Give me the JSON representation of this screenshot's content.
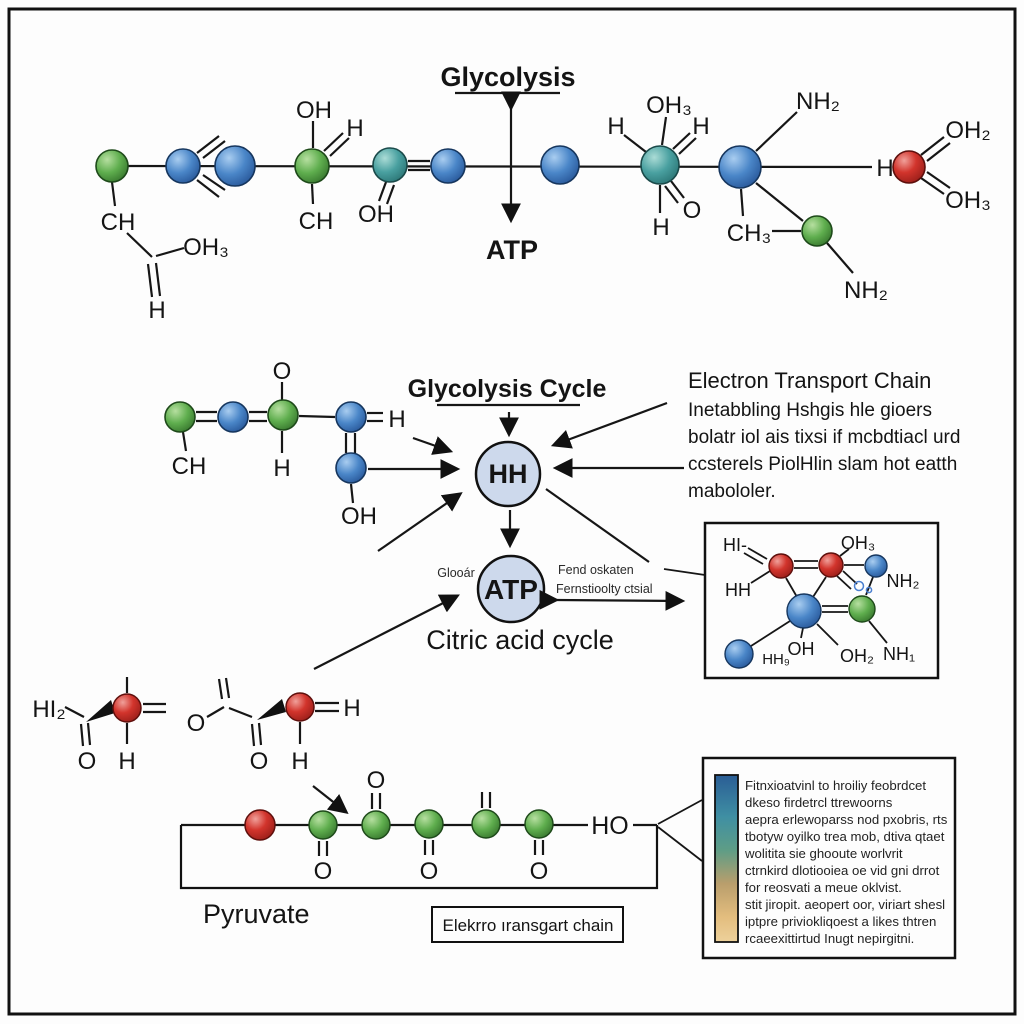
{
  "colors": {
    "atom_blue": "#4a86c8",
    "atom_green": "#5fae4e",
    "atom_teal": "#49a0a0",
    "atom_red": "#d2342c",
    "cycle_fill": "#cdd9ec",
    "line": "#161616",
    "gradient_top": "#2a5d95",
    "gradient_mid_teal": "#3f8fa3",
    "gradient_mid_green": "#5e9d86",
    "gradient_tan": "#c9a470",
    "gradient_bottom": "#edd19b"
  },
  "glycolysis": {
    "title": "Glycolysis",
    "product": "ATP"
  },
  "top_molecule": {
    "ch_left": "CH",
    "branch_oh3": "OH₃",
    "branch_h": "H",
    "oh_above": "OH",
    "h_double": "H",
    "ch_below": "CH",
    "oh_mid": "OH",
    "h_mid": "H",
    "oh3_above": "OH₃",
    "h_upper_right": "H",
    "o_below": "O",
    "h_below": "H",
    "nh2_top": "NH₂",
    "ch3": "CH₃",
    "nh2_bottom": "NH₂",
    "h_end": "H",
    "oh2_end": "OH₂",
    "oh3_end": "OH₃"
  },
  "mid_molecule": {
    "ch": "CH",
    "o": "O",
    "h_below": "H",
    "h_right": "H",
    "oh": "OH"
  },
  "center": {
    "cycle_title": "Glycolysis Cycle",
    "hh": "HH",
    "atp": "ATP",
    "citric": "Citric acid cycle",
    "small_left": "Glooár",
    "small_right_1": "Fend oskaten",
    "small_right_2": "Fernstioolty ctsial"
  },
  "etc_text": {
    "title": "Electron Transport Chain",
    "lines": [
      "Inetabbling Hshgis hle gioers",
      "bolatr iol ais tixsi if mcbdtiacl urd",
      "ccsterels PiolHlin slam hot eatth",
      "mabololer."
    ]
  },
  "box_molecule": {
    "hi": "HI-",
    "hh": "HH",
    "oh3": "OH₃",
    "nh2": "NH₂",
    "nh1": "NH₁",
    "oh": "OH",
    "oh2": "OH₂",
    "hh9": "HH₉"
  },
  "left_molecules": {
    "hi2": "HI₂",
    "o1": "O",
    "h1": "H",
    "o_mid": "O",
    "o2": "O",
    "h2": "H",
    "h3": "H"
  },
  "bottom_chain": {
    "o_down_1": "O",
    "o_up": "O",
    "o_down_2": "O",
    "o_down_3": "O",
    "ho": "HO",
    "pyruvate": "Pyruvate",
    "etc_label": "Elekrro ıransgart chain"
  },
  "legend": {
    "lines": [
      "Fitnxioatvinl to hroiliy feobrdcet",
      "dkeso firdetrcl ttrewoorns",
      "aepra erlewoparss nod pxobris, rts",
      "tbotyw oyilko trea mob, dtiva qtaet",
      "wolitita sie ghooute worlvrit",
      "ctrnkird dlotiooiea oe vid gni drrot",
      "for reosvati a meue oklvist.",
      "stit jiropit. aeopert oor, viriart shesl",
      "iptpre priviokliqoest a likes thtren",
      "rcaeexittirtud Inugt nepirgitni."
    ]
  }
}
